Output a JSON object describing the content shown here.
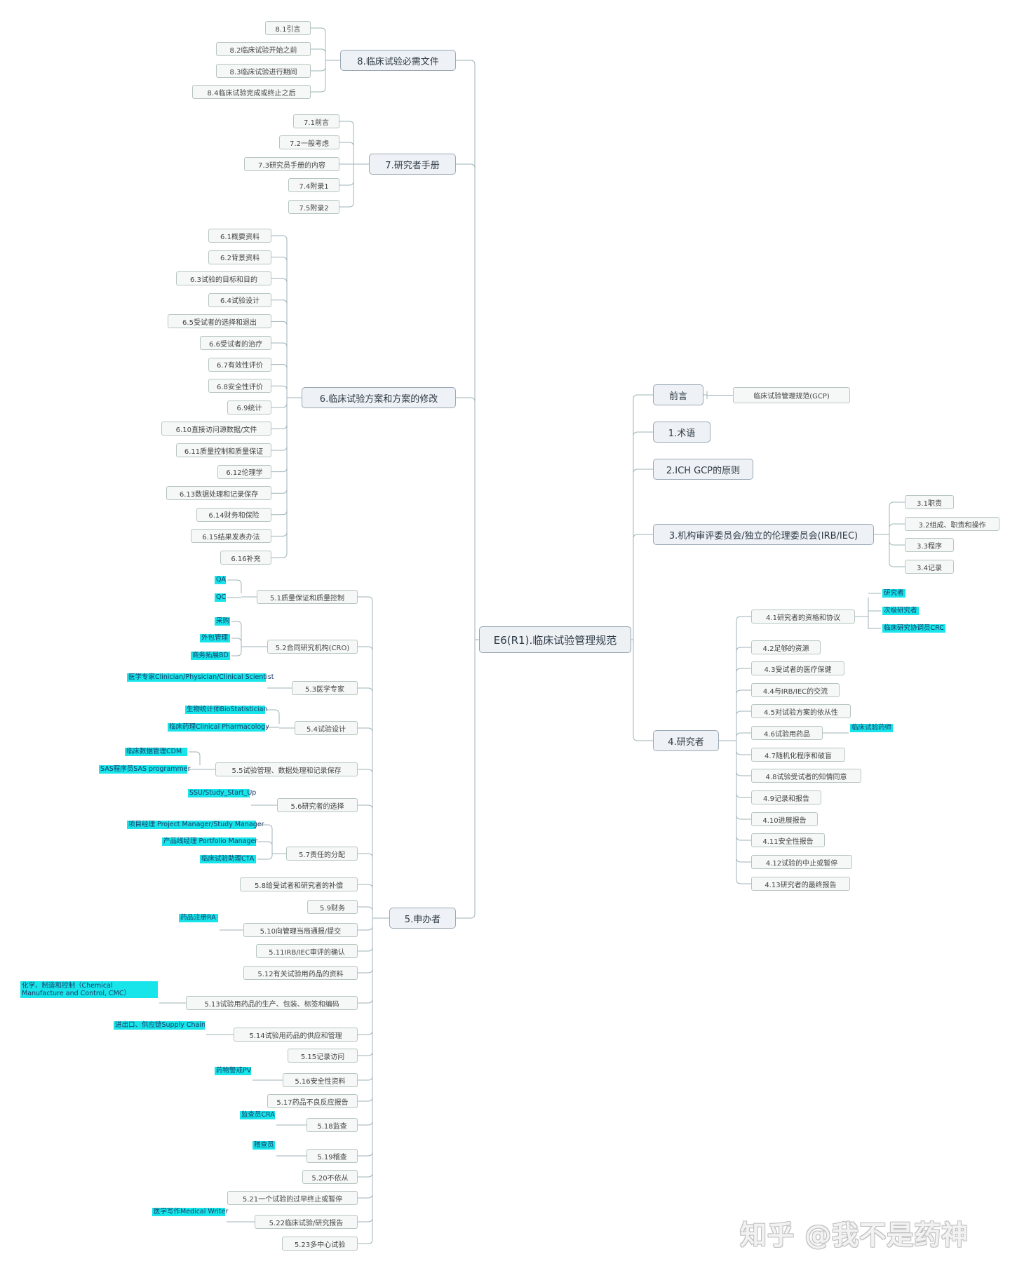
{
  "root": "E6(R1).临床试验管理规范",
  "branches": {
    "preface": {
      "label": "前言",
      "children": [
        "临床试验管理规范(GCP)"
      ]
    },
    "terms": {
      "label": "1.术语"
    },
    "principles": {
      "label": "2.ICH GCP的原则"
    },
    "irb": {
      "label": "3.机构审评委员会/独立的伦理委员会(IRB/IEC)",
      "children": [
        "3.1职责",
        "3.2组成、职责和操作",
        "3.3程序",
        "3.4记录"
      ]
    },
    "investigator": {
      "label": "4.研究者",
      "children": [
        "4.1研究者的资格和协议",
        "4.2足够的资源",
        "4.3受试者的医疗保健",
        "4.4与IRB/IEC的交流",
        "4.5对试验方案的依从性",
        "4.6试验用药品",
        "4.7随机化程序和破盲",
        "4.8试验受试者的知情同意",
        "4.9记录和报告",
        "4.10进展报告",
        "4.11安全性报告",
        "4.12试验的中止或暂停",
        "4.13研究者的最终报告"
      ],
      "tags_4_1": [
        "研究者",
        "次级研究者",
        "临床研究协调员CRC"
      ],
      "tags_4_6": [
        "临床试验药师"
      ]
    },
    "essential_docs": {
      "label": "8.临床试验必需文件",
      "children": [
        "8.1引言",
        "8.2临床试验开始之前",
        "8.3临床试验进行期间",
        "8.4临床试验完成或终止之后"
      ]
    },
    "ib": {
      "label": "7.研究者手册",
      "children": [
        "7.1前言",
        "7.2一般考虑",
        "7.3研究员手册的内容",
        "7.4附录1",
        "7.5附录2"
      ]
    },
    "protocol": {
      "label": "6.临床试验方案和方案的修改",
      "children": [
        "6.1概要资料",
        "6.2背景资料",
        "6.3试验的目标和目的",
        "6.4试验设计",
        "6.5受试者的选择和退出",
        "6.6受试者的治疗",
        "6.7有效性评价",
        "6.8安全性评价",
        "6.9统计",
        "6.10直接访问源数据/文件",
        "6.11质量控制和质量保证",
        "6.12伦理学",
        "6.13数据处理和记录保存",
        "6.14财务和保险",
        "6.15结果发表办法",
        "6.16补充"
      ]
    },
    "sponsor": {
      "label": "5.申办者",
      "children": [
        "5.1质量保证和质量控制",
        "5.2合同研究机构(CRO)",
        "5.3医学专家",
        "5.4试验设计",
        "5.5试验管理、数据处理和记录保存",
        "5.6研究者的选择",
        "5.7责任的分配",
        "5.8给受试者和研究者的补偿",
        "5.9财务",
        "5.10向管理当局通报/提交",
        "5.11IRB/IEC审评的确认",
        "5.12有关试验用药品的资料",
        "5.13试验用药品的生产、包装、标签和编码",
        "5.14试验用药品的供应和管理",
        "5.15记录访问",
        "5.16安全性资料",
        "5.17药品不良反应报告",
        "5.18监查",
        "5.19稽查",
        "5.20不依从",
        "5.21一个试验的过早终止或暂停",
        "5.22临床试验/研究报告",
        "5.23多中心试验"
      ],
      "tags": {
        "5.1": [
          "QA",
          "QC"
        ],
        "5.2": [
          "采购",
          "外包管理",
          "商务拓展BD"
        ],
        "5.3": [
          "医学专家Clinician/Physician/Clinical Scientist"
        ],
        "5.4": [
          "生物统计师BioStatistician",
          "临床药理Clinical Pharmacology"
        ],
        "5.5": [
          "临床数据管理CDM",
          "SAS程序员SAS programmer"
        ],
        "5.6": [
          "SSU/Study_Start_Up"
        ],
        "5.7": [
          "项目经理 Project Manager/Study Manager",
          "产品线经理 Portfolio Manager",
          "临床试验助理CTA"
        ],
        "5.10": [
          "药品注册RA"
        ],
        "5.13": [
          "化学、制造和控制（Chemical Manufacture and Control, CMC）"
        ],
        "5.14": [
          "进出口、供应链Supply Chain"
        ],
        "5.16": [
          "药物警戒PV"
        ],
        "5.18": [
          "监查员CRA"
        ],
        "5.19": [
          "稽查员"
        ],
        "5.22": [
          "医学写作Medical Writer"
        ]
      }
    }
  },
  "watermark": "知乎 @我不是药神",
  "colors": {
    "tag_bg": "#17e5ea",
    "link": "#9fb3b8",
    "node_border": "#b8c4c4"
  }
}
